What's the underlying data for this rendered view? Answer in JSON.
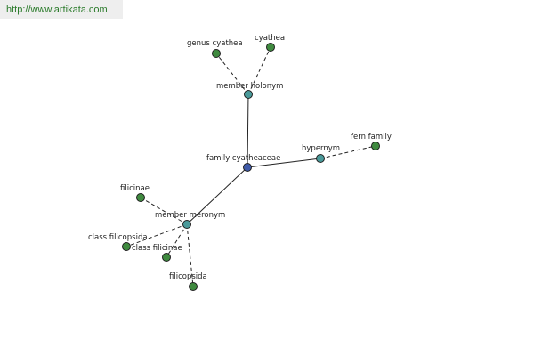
{
  "site": {
    "url": "http://www.artikata.com"
  },
  "colors": {
    "root": "#3f5aa8",
    "relation": "#4a9a9a",
    "term": "#3f8a3f"
  },
  "graph": {
    "root": {
      "id": "root",
      "label": "family cyatheaceae"
    },
    "relations": [
      {
        "id": "holonym",
        "label": "member holonym"
      },
      {
        "id": "hypernym",
        "label": "hypernym"
      },
      {
        "id": "meronym",
        "label": "member meronym"
      }
    ],
    "terms": [
      {
        "id": "genus-cyathea",
        "label": "genus cyathea",
        "relation": "holonym"
      },
      {
        "id": "cyathea",
        "label": "cyathea",
        "relation": "holonym"
      },
      {
        "id": "fern-family",
        "label": "fern family",
        "relation": "hypernym"
      },
      {
        "id": "filicinae",
        "label": "filicinae",
        "relation": "meronym"
      },
      {
        "id": "class-filicopsida",
        "label": "class filicopsida",
        "relation": "meronym"
      },
      {
        "id": "class-filicinae",
        "label": "class filicinae",
        "relation": "meronym"
      },
      {
        "id": "filicopsida",
        "label": "filicopsida",
        "relation": "meronym"
      }
    ]
  }
}
